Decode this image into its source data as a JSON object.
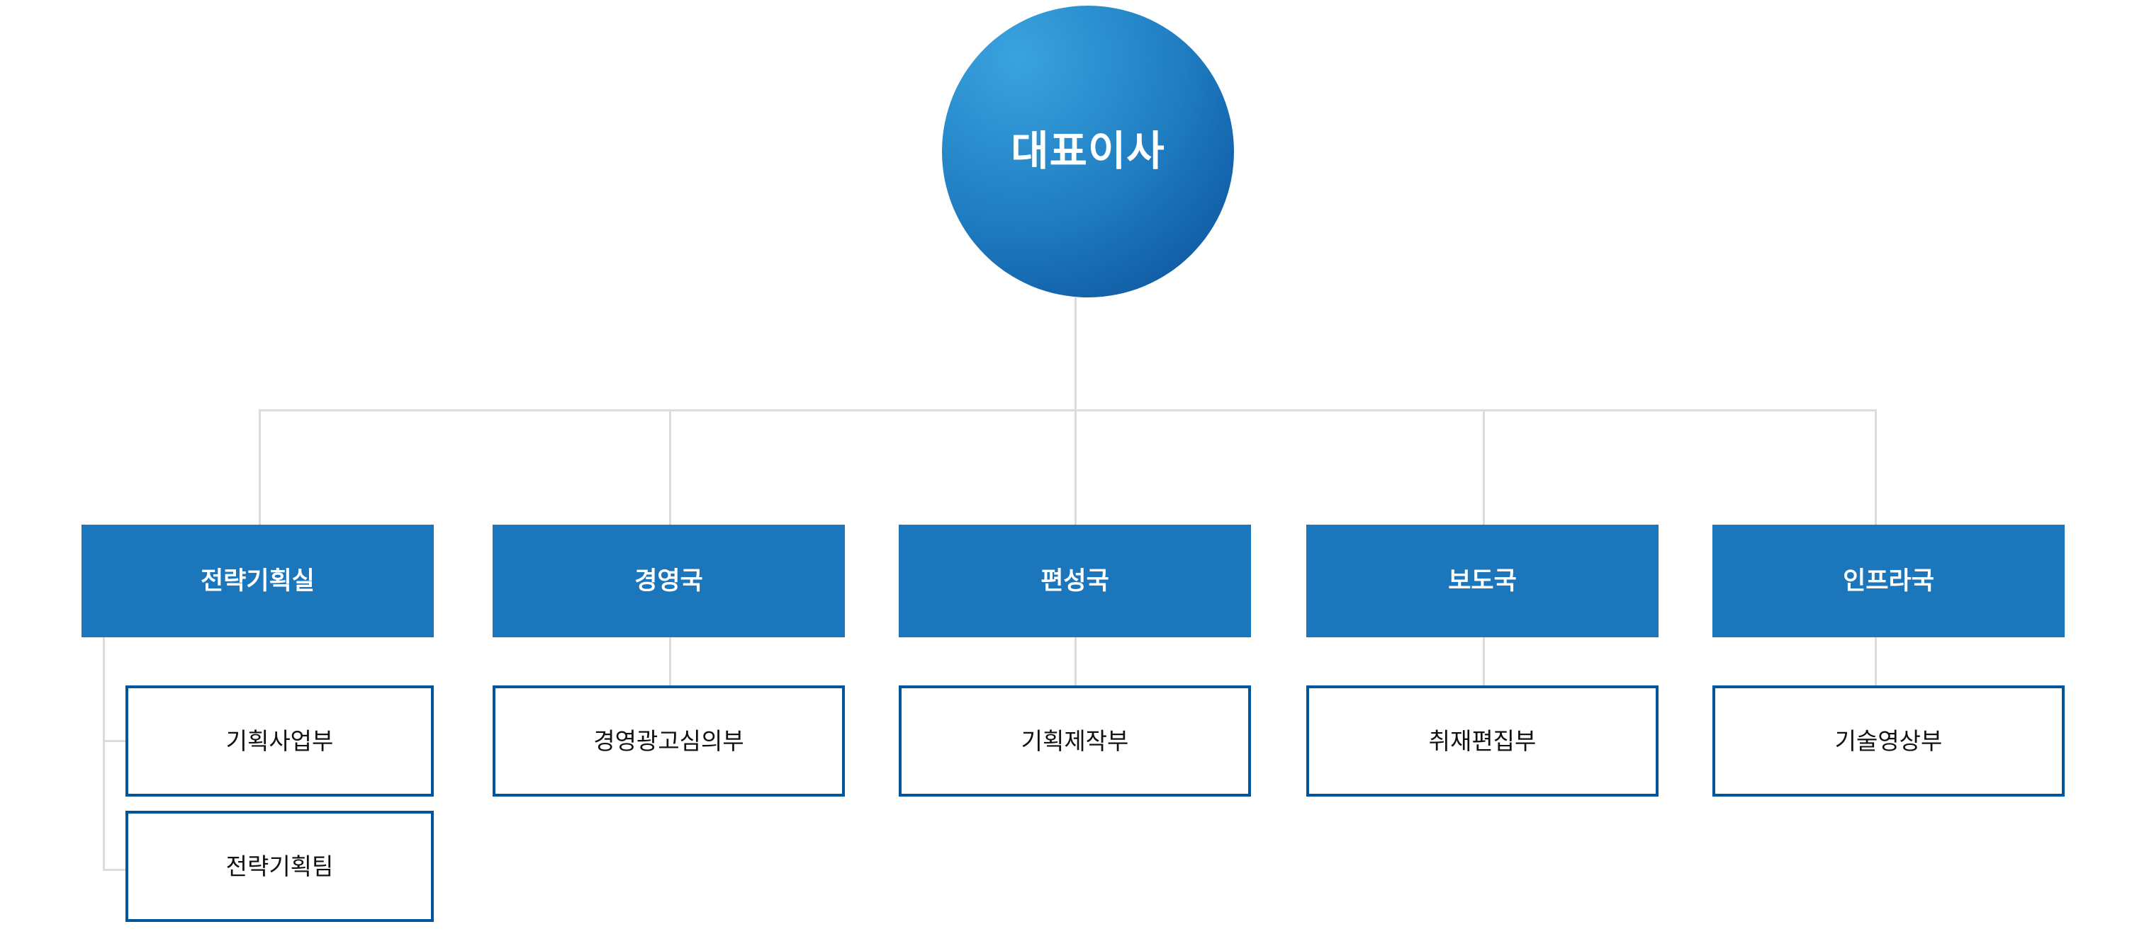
{
  "chart_meta": {
    "type": "organization-chart",
    "title_node": "root",
    "levels": 3,
    "colors": {
      "division_fill": "#1b76bc",
      "department_border": "#00559f",
      "department_fill": "#ffffff",
      "connector": "#dcdcdc",
      "root_gradient_light": "#3aa3dd",
      "root_gradient_dark": "#0d4f96",
      "division_text": "#ffffff",
      "department_text": "#111111"
    }
  },
  "root": {
    "label": "대표이사"
  },
  "divisions": [
    {
      "label": "전략기획실",
      "departments": [
        {
          "label": "기획사업부"
        },
        {
          "label": "전략기획팀"
        }
      ]
    },
    {
      "label": "경영국",
      "departments": [
        {
          "label": "경영광고심의부"
        }
      ]
    },
    {
      "label": "편성국",
      "departments": [
        {
          "label": "기획제작부"
        }
      ]
    },
    {
      "label": "보도국",
      "departments": [
        {
          "label": "취재편집부"
        }
      ]
    },
    {
      "label": "인프라국",
      "departments": [
        {
          "label": "기술영상부"
        }
      ]
    }
  ]
}
